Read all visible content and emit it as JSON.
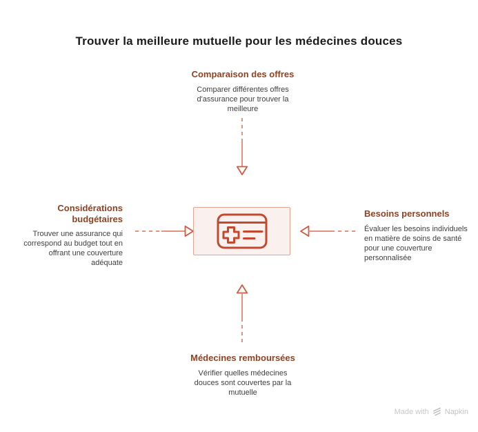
{
  "title": "Trouver la meilleure mutuelle pour les médecines douces",
  "nodes": {
    "top": {
      "heading": "Comparaison des offres",
      "body": "Comparer différentes offres\nd'assurance pour trouver la\nmeilleure"
    },
    "left": {
      "heading": "Considérations\nbudgétaires",
      "body": "Trouver une assurance qui\ncorrespond au budget tout en\noffrant une couverture\nadéquate"
    },
    "right": {
      "heading": "Besoins personnels",
      "body": "Évaluer les besoins individuels\nen matière de soins de santé\npour une couverture\npersonnalisée"
    },
    "bottom": {
      "heading": "Médecines remboursées",
      "body": "Vérifier quelles médecines\ndouces sont couvertes par la\nmutuelle"
    }
  },
  "center_icon": "health-insurance-card",
  "watermark": {
    "prefix": "Made with",
    "brand": "Napkin"
  },
  "colors": {
    "heading": "#8f4222",
    "body_text": "#3e3e3e",
    "title_text": "#1b1b1b",
    "arrow_line": "#e29380",
    "arrow_head": "#cf5b41",
    "center_box_fill": "#faf1ee",
    "center_box_border": "#e2a492",
    "icon_stroke": "#c2492e",
    "watermark_gray": "#c8c8c8"
  }
}
